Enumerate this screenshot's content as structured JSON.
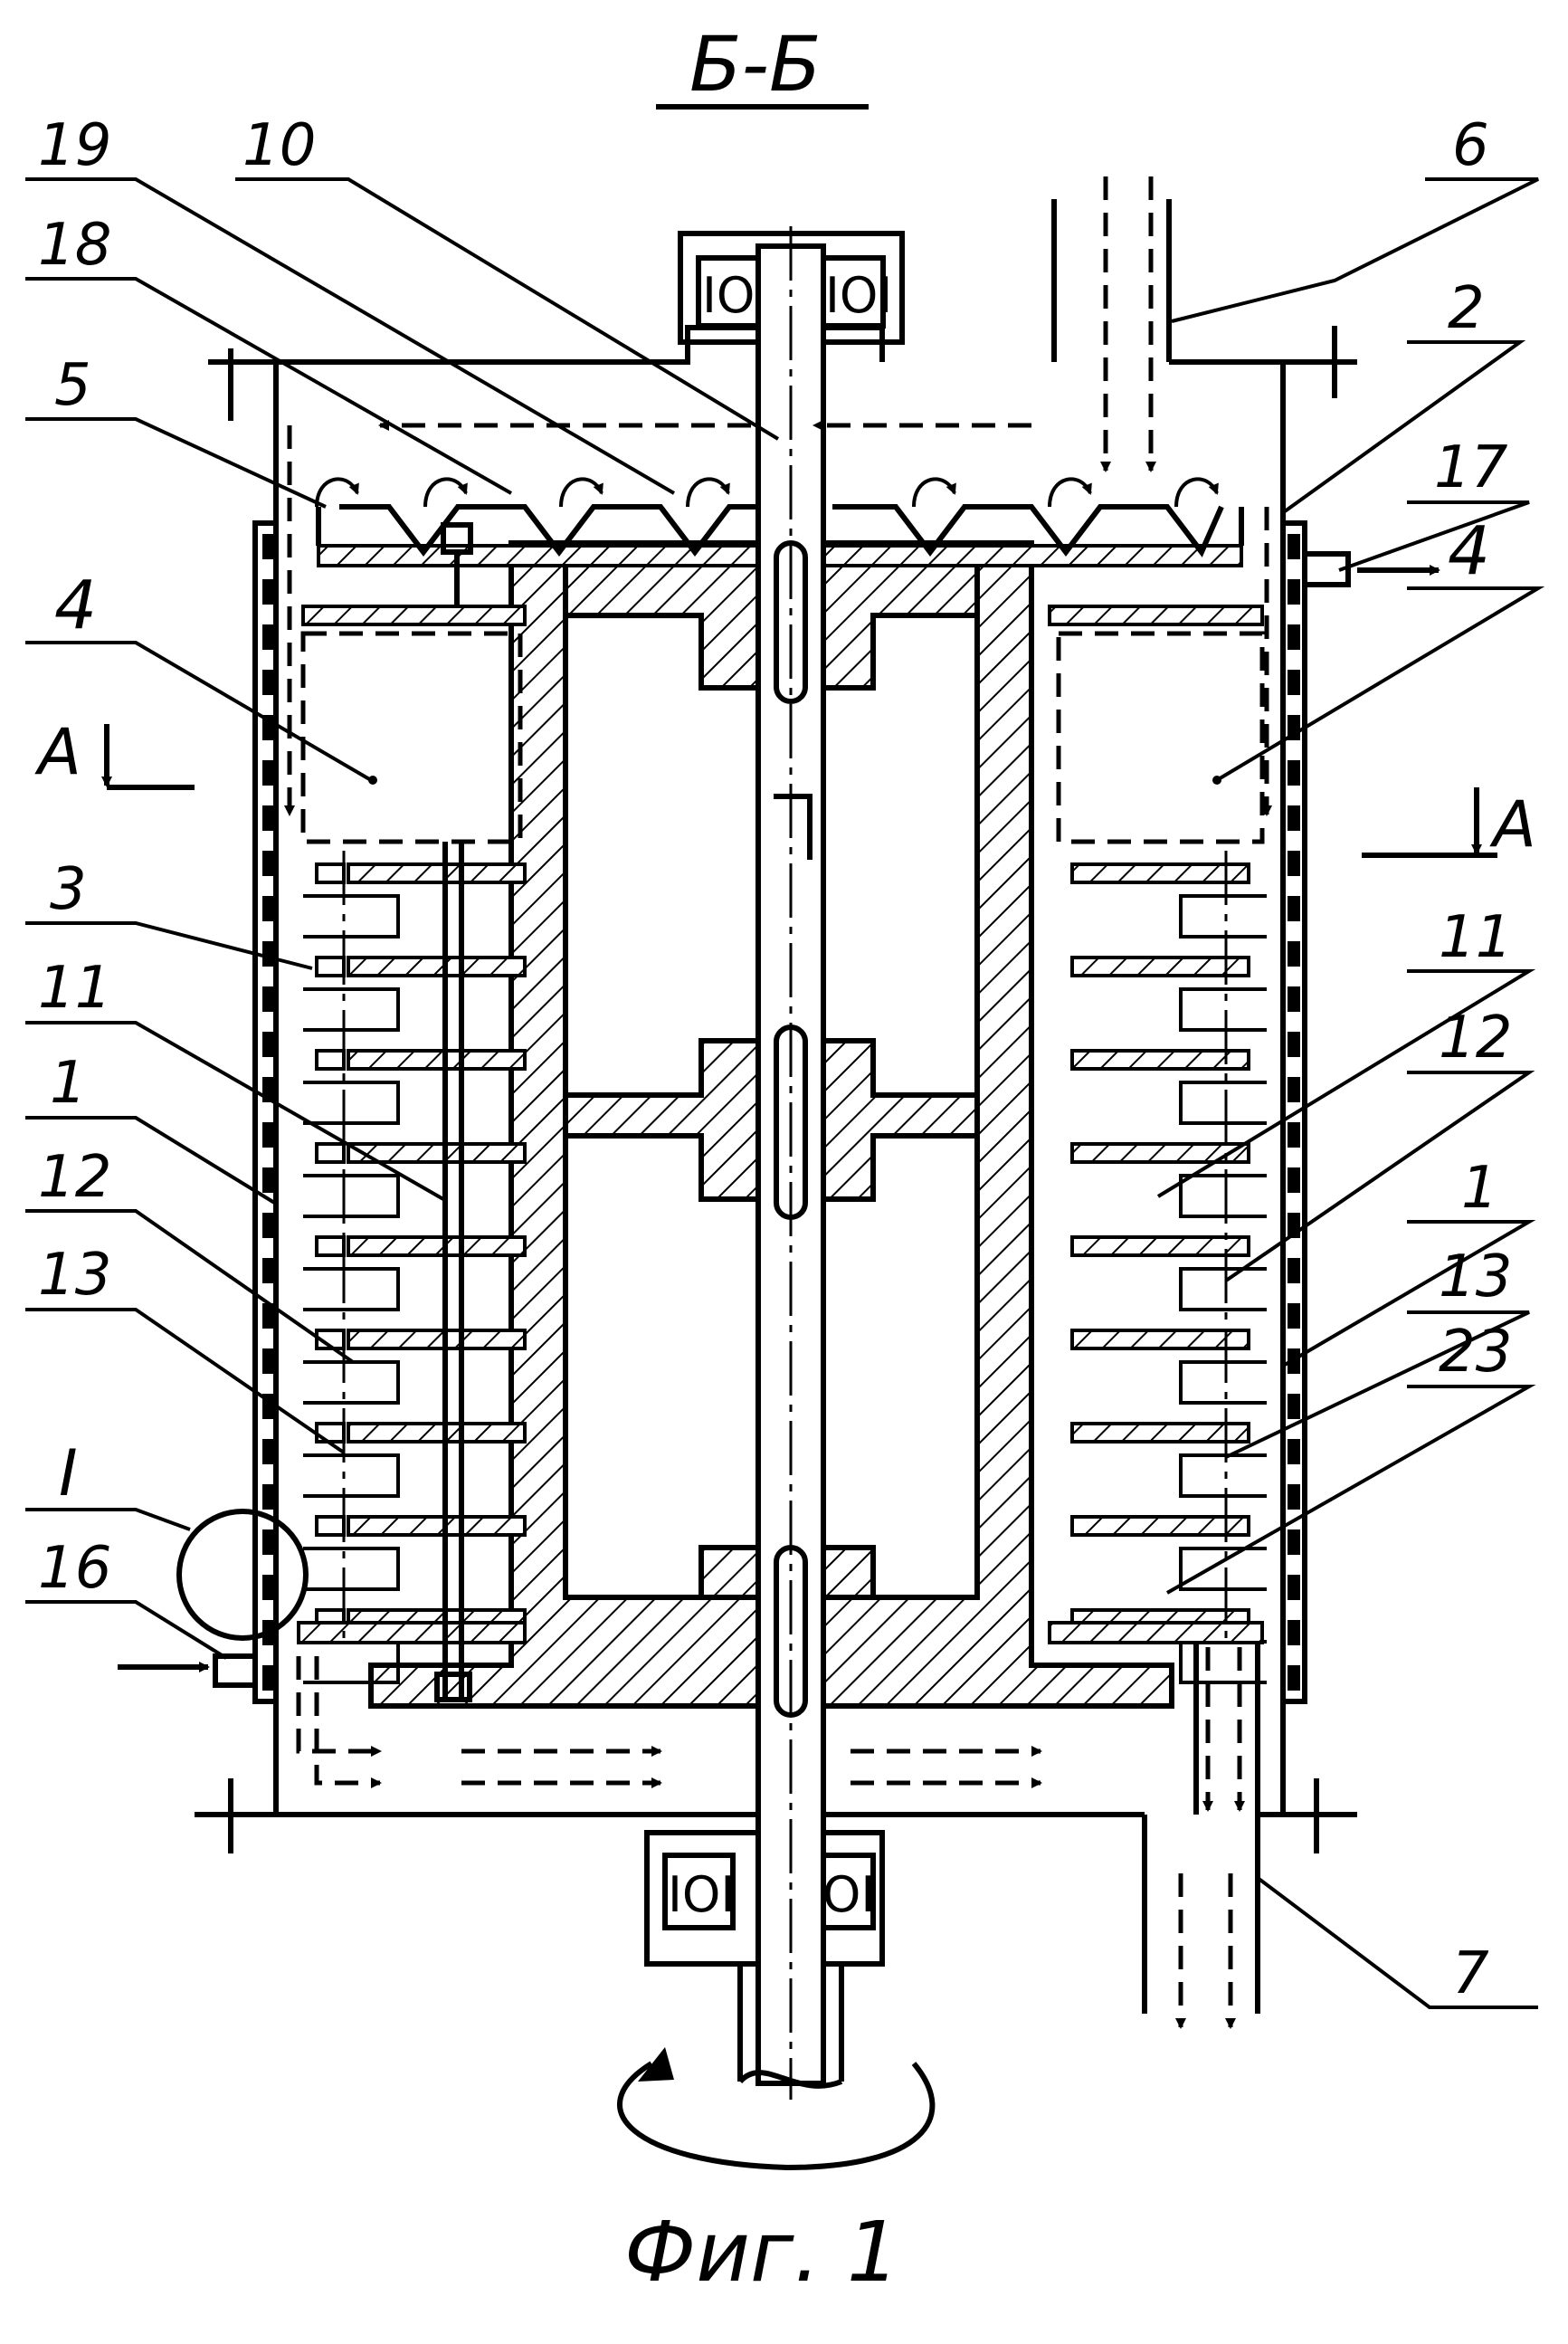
{
  "figure": {
    "section_title": "Б-Б",
    "caption": "Фиг. 1"
  },
  "labels": {
    "l19": "19",
    "l10": "10",
    "l6": "6",
    "l18": "18",
    "l2": "2",
    "l5": "5",
    "l17": "17",
    "l4_left": "4",
    "l4_right": "4",
    "lA_left": "А",
    "lA_right": "А",
    "l3": "3",
    "l11_left": "11",
    "l11_right": "11",
    "l12_left": "12",
    "l12_right": "12",
    "l1_left": "1",
    "l1_right": "1",
    "l13_left": "13",
    "l13_right": "13",
    "l23": "23",
    "lI": "I",
    "l16": "16",
    "l7": "7"
  }
}
